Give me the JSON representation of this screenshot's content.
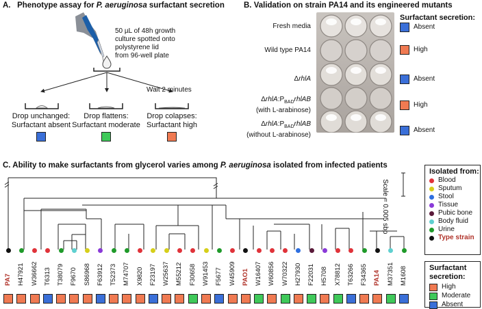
{
  "panelA": {
    "title_letter": "A.",
    "title_pre": "Phenotype assay for ",
    "title_italic": "P. aeruginosa",
    "title_post": " surfactant secretion",
    "desc_lines": [
      "50 µL of 48h growth",
      "culture spotted onto",
      "polystyrene lid",
      "from 96-well plate"
    ],
    "wait": "Wait 2 minutes",
    "outcomes": [
      {
        "line1": "Drop unchanged:",
        "line2": "Surfactant absent",
        "color": "#3a6fd8"
      },
      {
        "line1": "Drop flattens:",
        "line2": "Surfactant moderate",
        "color": "#3fc95a"
      },
      {
        "line1": "Drop colapses:",
        "line2": "Surfactant high",
        "color": "#f07a52"
      }
    ]
  },
  "panelB": {
    "title": "B.      Validation on strain PA14 and its engineered mutants",
    "header": "Surfactant secretion:",
    "rows": [
      {
        "label": "Fresh media",
        "label2": "",
        "value": "Absent",
        "color": "#3a6fd8"
      },
      {
        "label": "Wild type PA14",
        "label2": "",
        "value": "High",
        "color": "#f07a52"
      },
      {
        "label": "ΔrhlA",
        "label2": "",
        "value": "Absent",
        "color": "#3a6fd8"
      },
      {
        "label": "ΔrhlA:PBADrhlAB",
        "label2": "(with L-arabinose)",
        "value": "High",
        "color": "#f07a52"
      },
      {
        "label": "ΔrhlA:PBADrhlAB",
        "label2": "(without L-arabinose)",
        "value": "Absent",
        "color": "#3a6fd8"
      }
    ]
  },
  "panelC": {
    "title_pre": "C. Ability to make surfactants from glycerol varies among ",
    "title_italic": "P. aeruginosa",
    "title_post": " isolated from infected patients",
    "scale": "Scale = 0.005 sbp",
    "isolated_header": "Isolated from:",
    "sources": [
      {
        "name": "Blood",
        "color": "#e0333a"
      },
      {
        "name": "Sputum",
        "color": "#d6cf1a"
      },
      {
        "name": "Stool",
        "color": "#2e6fe0"
      },
      {
        "name": "Tissue",
        "color": "#8a3ad8"
      },
      {
        "name": "Pubic bone",
        "color": "#5a1a3a"
      },
      {
        "name": "Body fluid",
        "color": "#5fd0d0"
      },
      {
        "name": "Urine",
        "color": "#1f9a2a"
      },
      {
        "name": "Type strain",
        "color": "#111111"
      }
    ],
    "secretion_header1": "Surfactant",
    "secretion_header2": "secretion:",
    "secretion": [
      {
        "name": "High",
        "color": "#f07a52"
      },
      {
        "name": "Moderate",
        "color": "#3fc95a"
      },
      {
        "name": "Absent",
        "color": "#3a6fd8"
      }
    ],
    "leaves": [
      {
        "name": "PA7",
        "src": "#111111",
        "sec": "#f07a52",
        "red": true
      },
      {
        "name": "H47921",
        "src": "#1f9a2a",
        "sec": "#f07a52",
        "red": false
      },
      {
        "name": "W36662",
        "src": "#e0333a",
        "sec": "#f07a52",
        "red": false
      },
      {
        "name": "T6313",
        "src": "#e0333a",
        "sec": "#3a6fd8",
        "red": false
      },
      {
        "name": "T38079",
        "src": "#1f9a2a",
        "sec": "#f07a52",
        "red": false
      },
      {
        "name": "F9670",
        "src": "#5fd0d0",
        "sec": "#f07a52",
        "red": false
      },
      {
        "name": "S86968",
        "src": "#d6cf1a",
        "sec": "#f07a52",
        "red": false
      },
      {
        "name": "F63912",
        "src": "#8a3ad8",
        "sec": "#3a6fd8",
        "red": false
      },
      {
        "name": "T52373",
        "src": "#1f9a2a",
        "sec": "#f07a52",
        "red": false
      },
      {
        "name": "M74707",
        "src": "#1f9a2a",
        "sec": "#f07a52",
        "red": false
      },
      {
        "name": "X9820",
        "src": "#e0333a",
        "sec": "#f07a52",
        "red": false
      },
      {
        "name": "F23197",
        "src": "#d6cf1a",
        "sec": "#3a6fd8",
        "red": false
      },
      {
        "name": "W25637",
        "src": "#d6cf1a",
        "sec": "#f07a52",
        "red": false
      },
      {
        "name": "M55212",
        "src": "#e0333a",
        "sec": "#f07a52",
        "red": false
      },
      {
        "name": "F30658",
        "src": "#e0333a",
        "sec": "#3fc95a",
        "red": false
      },
      {
        "name": "W91453",
        "src": "#d6cf1a",
        "sec": "#f07a52",
        "red": false
      },
      {
        "name": "F5677",
        "src": "#1f9a2a",
        "sec": "#3a6fd8",
        "red": false
      },
      {
        "name": "W45909",
        "src": "#e0333a",
        "sec": "#f07a52",
        "red": false
      },
      {
        "name": "PAO1",
        "src": "#111111",
        "sec": "#f07a52",
        "red": true
      },
      {
        "name": "W16407",
        "src": "#e0333a",
        "sec": "#3fc95a",
        "red": false
      },
      {
        "name": "W60856",
        "src": "#e0333a",
        "sec": "#f07a52",
        "red": false
      },
      {
        "name": "W70322",
        "src": "#e0333a",
        "sec": "#3fc95a",
        "red": false
      },
      {
        "name": "H27930",
        "src": "#2e6fe0",
        "sec": "#f07a52",
        "red": false
      },
      {
        "name": "F22031",
        "src": "#5a1a3a",
        "sec": "#3fc95a",
        "red": false
      },
      {
        "name": "H5708",
        "src": "#8a3ad8",
        "sec": "#f07a52",
        "red": false
      },
      {
        "name": "X78812",
        "src": "#e0333a",
        "sec": "#3fc95a",
        "red": false
      },
      {
        "name": "T63266",
        "src": "#e0333a",
        "sec": "#3a6fd8",
        "red": false
      },
      {
        "name": "F34365",
        "src": "#1f9a2a",
        "sec": "#f07a52",
        "red": false
      },
      {
        "name": "PA14",
        "src": "#111111",
        "sec": "#f07a52",
        "red": true
      },
      {
        "name": "M37351",
        "src": "#5fd0d0",
        "sec": "#3fc95a",
        "red": false
      },
      {
        "name": "M1608",
        "src": "#1f9a2a",
        "sec": "#3a6fd8",
        "red": false
      }
    ]
  }
}
